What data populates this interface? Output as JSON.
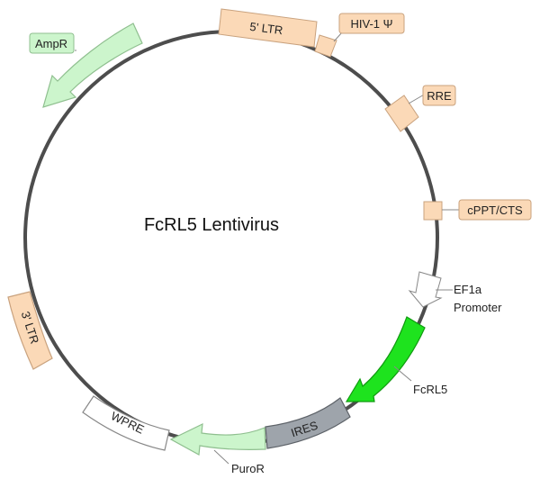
{
  "title": "FcRL5 Lentivirus",
  "colors": {
    "backbone": "#4d4d4d",
    "ltr": "#fbd9b7",
    "ltr_stroke": "#c9a27e",
    "amp": "#ccf5cc",
    "amp_stroke": "#8fbf8f",
    "fcrl5": "#1ee31e",
    "fcrl5_stroke": "#109a10",
    "ires": "#9ea4ab",
    "ires_stroke": "#5d6268",
    "white": "#ffffff",
    "white_stroke": "#888888"
  },
  "features": {
    "ltr5": "5' LTR",
    "hiv": "HIV-1 Ψ",
    "rre": "RRE",
    "cppt": "cPPT/CTS",
    "ef1a_line1": "EF1a",
    "ef1a_line2": "Promoter",
    "fcrl5": "FcRL5",
    "ires": "IRES",
    "puror": "PuroR",
    "wpre": "WPRE",
    "ltr3": "3' LTR",
    "ampr": "AmpR"
  }
}
